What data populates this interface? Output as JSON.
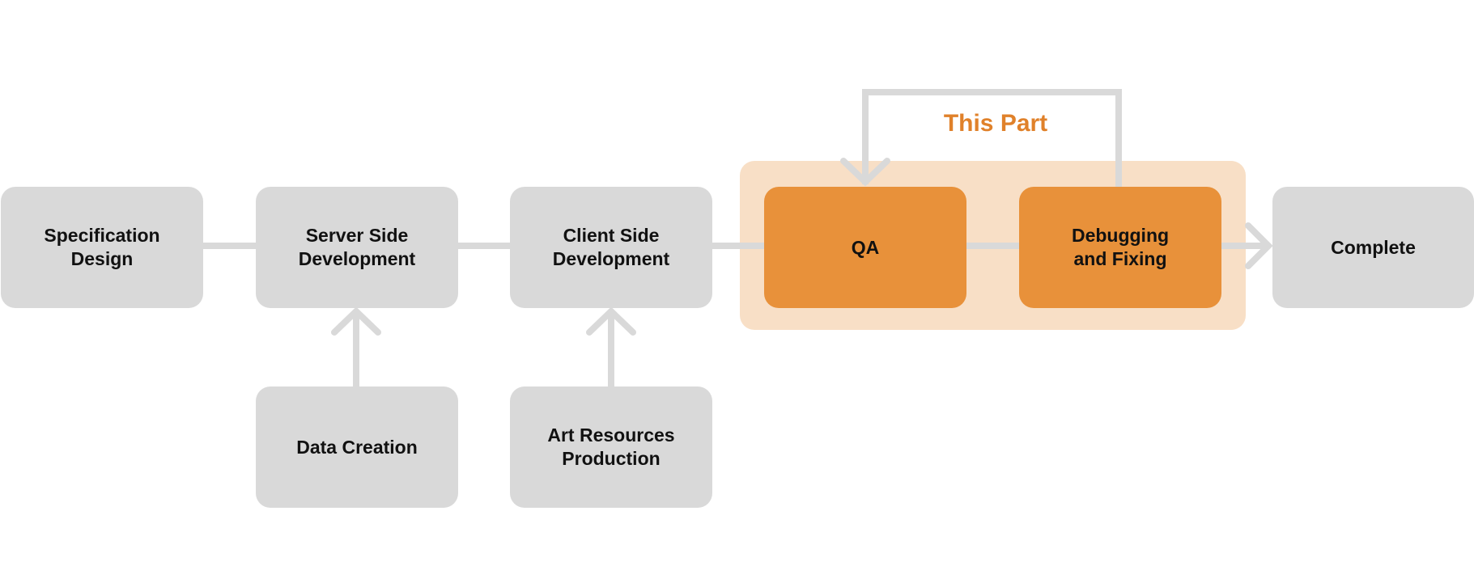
{
  "steps": {
    "specification_design": "Specification\nDesign",
    "server_side_development": "Server Side\nDevelopment",
    "client_side_development": "Client Side\nDevelopment",
    "qa": "QA",
    "debugging_and_fixing": "Debugging\nand Fixing",
    "complete": "Complete",
    "data_creation": "Data Creation",
    "art_resources_production": "Art Resources\nProduction"
  },
  "highlight": {
    "title": "This Part"
  },
  "colors": {
    "step_fill": "#d9d9d9",
    "active_step_fill": "#e8913a",
    "highlight_region_fill": "#f8dfc6",
    "highlight_title": "#e0812a",
    "connector": "#d9d9d9"
  }
}
